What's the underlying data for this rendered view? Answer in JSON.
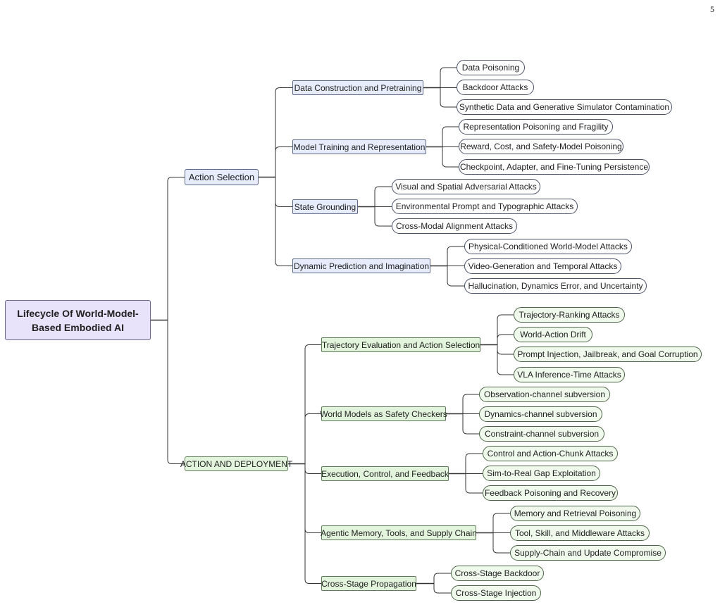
{
  "page_number": "5",
  "root": {
    "line1": "Lifecycle Of World-Model-",
    "line2": "Based Embodied AI"
  },
  "branches": [
    {
      "label": "Action Selection",
      "children": [
        {
          "label": "Data Construction and Pretraining",
          "leaves": [
            "Data Poisoning",
            "Backdoor Attacks",
            "Synthetic Data and Generative Simulator Contamination"
          ]
        },
        {
          "label": "Model Training and Representation",
          "leaves": [
            "Representation Poisoning and Fragility",
            "Reward, Cost, and Safety-Model Poisoning",
            "Checkpoint, Adapter, and Fine-Tuning Persistence"
          ]
        },
        {
          "label": "State Grounding",
          "leaves": [
            "Visual and Spatial Adversarial Attacks",
            "Environmental Prompt and Typographic Attacks",
            "Cross-Modal Alignment Attacks"
          ]
        },
        {
          "label": "Dynamic Prediction and Imagination",
          "leaves": [
            "Physical-Conditioned World-Model Attacks",
            "Video-Generation and Temporal Attacks",
            "Hallucination, Dynamics Error, and Uncertainty"
          ]
        }
      ]
    },
    {
      "label": "ACTION AND DEPLOYMENT",
      "children": [
        {
          "label": "Trajectory Evaluation and Action Selection",
          "leaves": [
            "Trajectory-Ranking Attacks",
            "World-Action Drift",
            "Prompt Injection, Jailbreak, and Goal Corruption",
            "VLA Inference-Time Attacks"
          ]
        },
        {
          "label": "World Models as Safety Checkers",
          "leaves": [
            "Observation-channel subversion",
            "Dynamics-channel subversion",
            "Constraint-channel subversion"
          ]
        },
        {
          "label": "Execution, Control, and Feedback",
          "leaves": [
            "Control and Action-Chunk Attacks",
            "Sim-to-Real Gap Exploitation",
            "Feedback Poisoning and Recovery"
          ]
        },
        {
          "label": "Agentic Memory, Tools, and Supply Chain",
          "leaves": [
            "Memory and Retrieval Poisoning",
            "Tool, Skill, and Middleware Attacks",
            "Supply-Chain and Update Compromise"
          ]
        },
        {
          "label": "Cross-Stage Propagation",
          "leaves": [
            "Cross-Stage Backdoor",
            "Cross-Stage Injection"
          ]
        }
      ]
    }
  ]
}
